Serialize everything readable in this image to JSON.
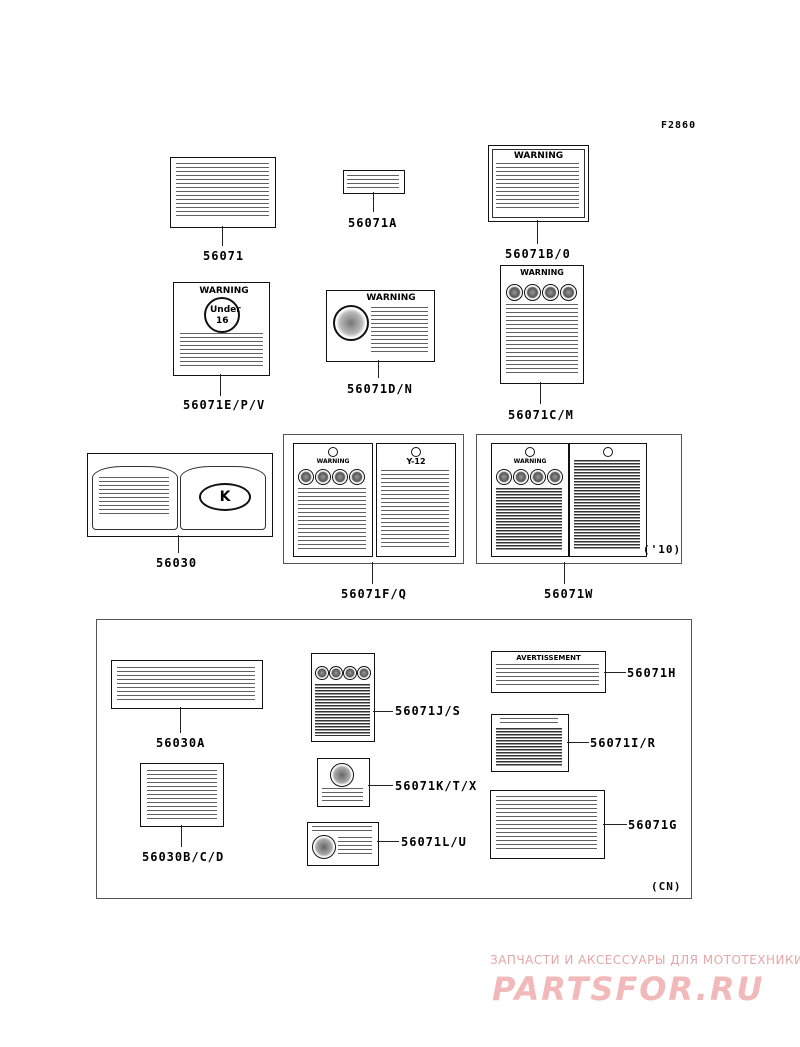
{
  "figure_code": "F2860",
  "parts": {
    "p56071": "56071",
    "p56071A": "56071A",
    "p56071B0": "56071B/0",
    "p56071EPV": "56071E/P/V",
    "p56071DN": "56071D/N",
    "p56071CM": "56071C/M",
    "p56030": "56030",
    "p56071FQ": "56071F/Q",
    "p56071W": "56071W",
    "p56071H": "56071H",
    "p56071JS": "56071J/S",
    "p56030A": "56030A",
    "p56071IR": "56071I/R",
    "p56071KTX": "56071K/T/X",
    "p56030BCD": "56030B/C/D",
    "p56071G": "56071G",
    "p56071LU": "56071L/U"
  },
  "annotations": {
    "year_10": "('10)",
    "cn": "(CN)"
  },
  "decal_text": {
    "warning": "WARNING",
    "avertissement": "AVERTISSEMENT",
    "under": "Under",
    "age16": "16",
    "y12": "Y-12",
    "kawasaki_k": "K"
  },
  "watermark": {
    "tagline": "ЗАПЧАСТИ И АКСЕССУАРЫ ДЛЯ МОТОТЕХНИКИ",
    "brand": "PARTSFOR.RU"
  },
  "colors": {
    "watermark": "#f1b9b9",
    "line": "#111111"
  }
}
